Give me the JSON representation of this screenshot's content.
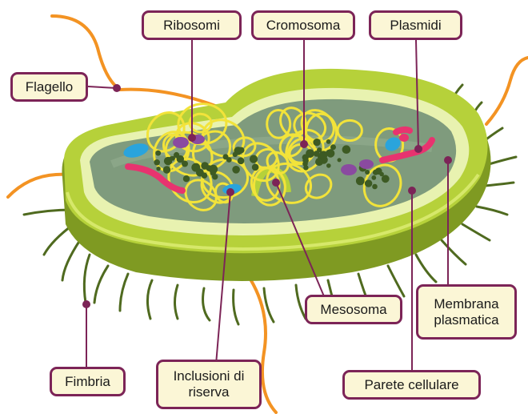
{
  "labels": {
    "ribosomi": "Ribosomi",
    "cromosoma": "Cromosoma",
    "plasmidi": "Plasmidi",
    "flagello": "Flagello",
    "mesosoma": "Mesosoma",
    "membrana_line1": "Membrana",
    "membrana_line2": "plasmatica",
    "fimbria": "Fimbria",
    "inclusioni_line1": "Inclusioni di",
    "inclusioni_line2": "riserva",
    "parete": "Parete cellulare"
  },
  "colors": {
    "label_fill": "#fbf6d6",
    "label_border": "#7c2457",
    "leader_line": "#7c2457",
    "cell_wall": "#b6d13a",
    "cell_wall_shadow": "#7f9a22",
    "cytoplasm": "#7f9b7d",
    "chromosome": "#f2e33a",
    "plasmid": "#e8336f",
    "ribosome": "#3d5a23",
    "flagellum": "#f39323",
    "fimbria": "#4f6a1f",
    "inclusion": "#2aa4dc",
    "mesosome": "#7b3d91"
  }
}
